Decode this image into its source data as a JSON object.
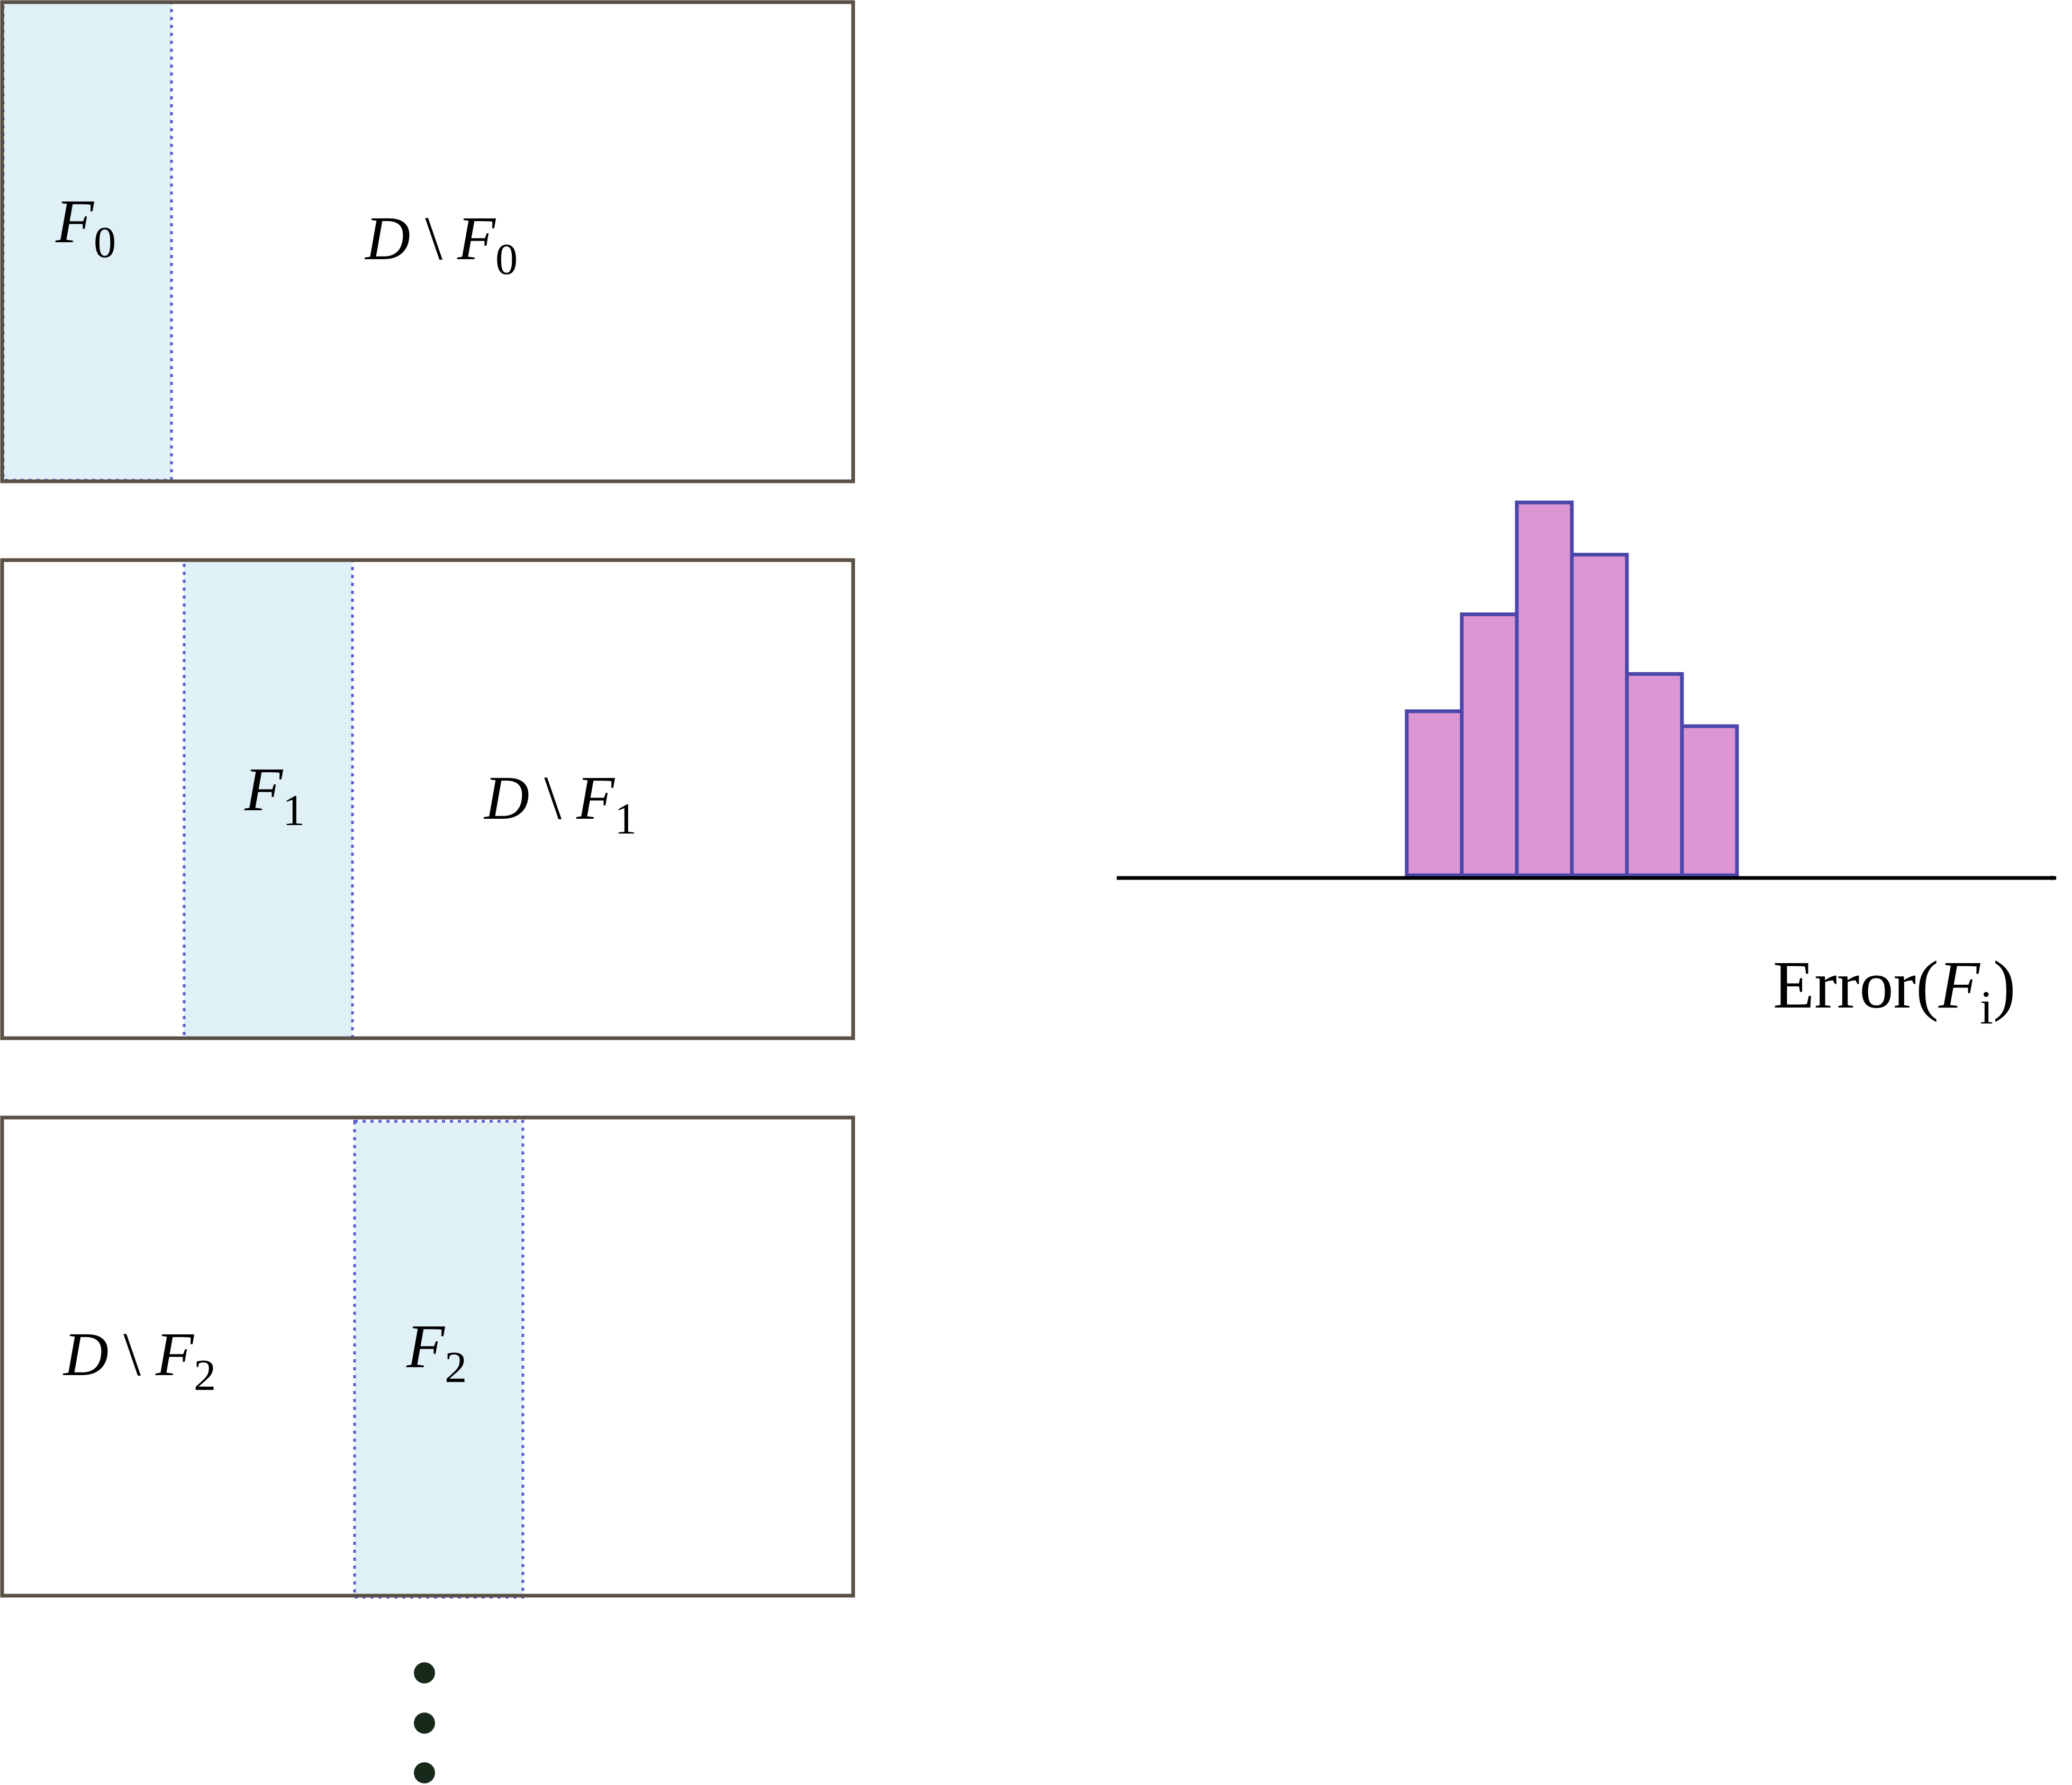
{
  "colors": {
    "panel_border": "#5a5046",
    "fold_fill": "#dff0f7",
    "fold_border": "#5a5ad2",
    "bar_fill": "#dc96d4",
    "bar_stroke": "#4b46aa",
    "axis": "#000000",
    "dots": "#17291a"
  },
  "panels": [
    {
      "fold": {
        "base": "F",
        "sub": "0"
      },
      "rest": {
        "base": "D",
        "op": "\\",
        "var": "F",
        "sub": "0"
      }
    },
    {
      "fold": {
        "base": "F",
        "sub": "1"
      },
      "rest": {
        "base": "D",
        "op": "\\",
        "var": "F",
        "sub": "1"
      }
    },
    {
      "fold": {
        "base": "F",
        "sub": "2"
      },
      "rest": {
        "base": "D",
        "op": "\\",
        "var": "F",
        "sub": "2"
      }
    }
  ],
  "ellipsis": "⋮",
  "histogram": {
    "axis_label": {
      "prefix": "Error(",
      "var": "F",
      "sub": "i",
      "suffix": ")"
    },
    "bins": [
      0.44,
      0.7,
      1.0,
      0.86,
      0.54,
      0.4
    ]
  }
}
